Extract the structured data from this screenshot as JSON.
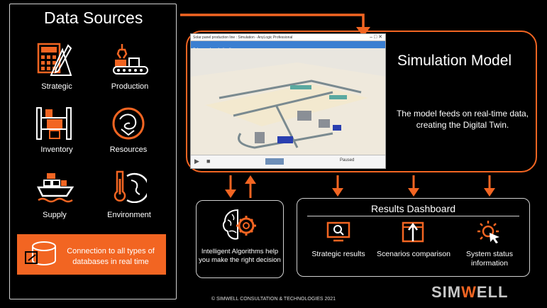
{
  "data_sources": {
    "title": "Data Sources",
    "items": [
      {
        "label": "Strategic",
        "icon": "calculator-ruler-icon"
      },
      {
        "label": "Production",
        "icon": "conveyor-robot-icon"
      },
      {
        "label": "Inventory",
        "icon": "warehouse-shelves-icon"
      },
      {
        "label": "Resources",
        "icon": "leaf-globe-icon"
      },
      {
        "label": "Supply",
        "icon": "cargo-ship-icon"
      },
      {
        "label": "Environment",
        "icon": "thermometer-globe-icon"
      }
    ],
    "connection_text": "Connection to all types of databases in real time"
  },
  "simulation": {
    "title": "Simulation Model",
    "description": "The model feeds on real-time data, creating the Digital Twin.",
    "window_title": "Solar panel production line : Simulation - AnyLogic Professional",
    "toolbar_tab": "Solar panel production line",
    "toolbar_status": "Paused"
  },
  "algorithms": {
    "text": "Intelligent Algorithms help you make the right decision",
    "icon": "brain-gear-icon"
  },
  "results": {
    "title": "Results Dashboard",
    "items": [
      {
        "label": "Strategic results",
        "icon": "monitor-search-icon"
      },
      {
        "label": "Scenarios comparison",
        "icon": "window-arrow-up-icon"
      },
      {
        "label": "System status information",
        "icon": "sun-cursor-icon"
      }
    ]
  },
  "footer": {
    "copyright": "© SIMWELL CONSULTATION & TECHNOLOGIES 2021",
    "logo_pre": "SIM",
    "logo_w": "W",
    "logo_post": "ELL"
  },
  "colors": {
    "accent": "#f26522",
    "background": "#000000",
    "border": "#d0d0d0"
  }
}
